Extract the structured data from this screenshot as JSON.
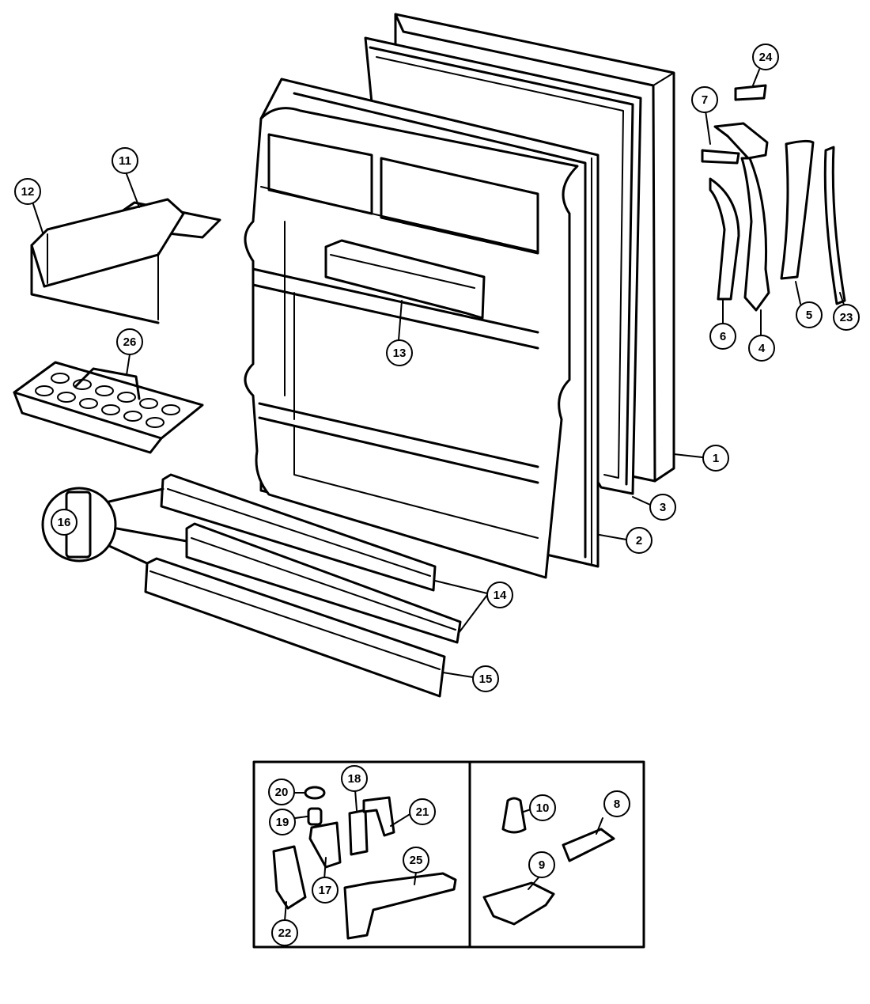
{
  "diagram": {
    "callouts": [
      {
        "id": "1",
        "label": "1"
      },
      {
        "id": "2",
        "label": "2"
      },
      {
        "id": "3",
        "label": "3"
      },
      {
        "id": "4",
        "label": "4"
      },
      {
        "id": "5",
        "label": "5"
      },
      {
        "id": "6",
        "label": "6"
      },
      {
        "id": "7",
        "label": "7"
      },
      {
        "id": "8",
        "label": "8"
      },
      {
        "id": "9",
        "label": "9"
      },
      {
        "id": "10",
        "label": "10"
      },
      {
        "id": "11",
        "label": "11"
      },
      {
        "id": "12",
        "label": "12"
      },
      {
        "id": "13",
        "label": "13"
      },
      {
        "id": "14",
        "label": "14"
      },
      {
        "id": "15",
        "label": "15"
      },
      {
        "id": "16",
        "label": "16"
      },
      {
        "id": "17",
        "label": "17"
      },
      {
        "id": "18",
        "label": "18"
      },
      {
        "id": "19",
        "label": "19"
      },
      {
        "id": "20",
        "label": "20"
      },
      {
        "id": "21",
        "label": "21"
      },
      {
        "id": "22",
        "label": "22"
      },
      {
        "id": "23",
        "label": "23"
      },
      {
        "id": "24",
        "label": "24"
      },
      {
        "id": "25",
        "label": "25"
      },
      {
        "id": "26",
        "label": "26"
      }
    ]
  }
}
